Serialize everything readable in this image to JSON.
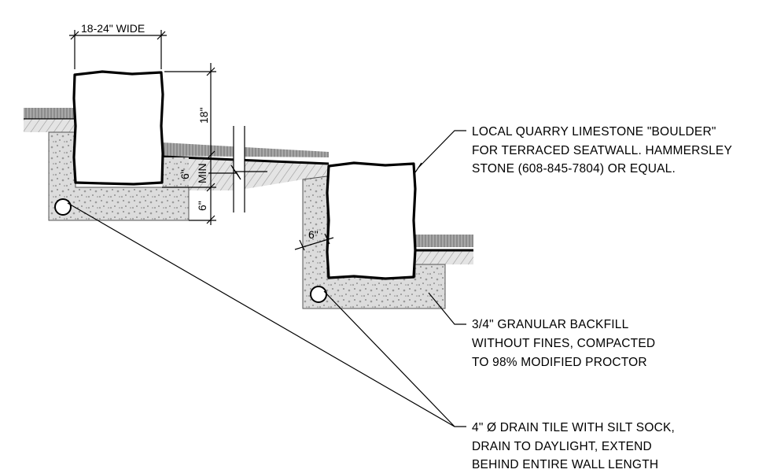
{
  "dimensions": {
    "width": "18-24\" WIDE",
    "height": "18\"",
    "embed": "6\"",
    "min": "MIN",
    "base": "6\"",
    "setback": "6\""
  },
  "notes": {
    "boulder": [
      "LOCAL QUARRY LIMESTONE \"BOULDER\"",
      "FOR TERRACED SEATWALL. HAMMERSLEY",
      "STONE (608-845-7804) OR EQUAL."
    ],
    "backfill": [
      "3/4\" GRANULAR BACKFILL",
      "WITHOUT FINES, COMPACTED",
      "TO 98% MODIFIED PROCTOR"
    ],
    "drain": [
      "4\" Ø DRAIN TILE WITH SILT SOCK,",
      "DRAIN TO DAYLIGHT, EXTEND",
      "BEHIND ENTIRE WALL LENGTH"
    ]
  },
  "colors": {
    "line": "#000000",
    "backfill": "#d9d9d9",
    "topsoil": "#9a9a9a",
    "subgrade": "#e6e6e6"
  }
}
